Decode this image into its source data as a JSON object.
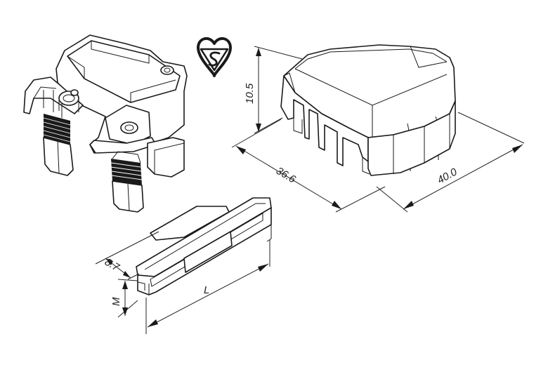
{
  "dimensions": {
    "height_label": "10.5",
    "depth_label": "36.6",
    "width_label": "40.0",
    "insert_width_label": "8.7",
    "insert_height_label": "M",
    "insert_length_label": "L"
  },
  "icons": {
    "certification_mark": "kitemark-icon"
  }
}
